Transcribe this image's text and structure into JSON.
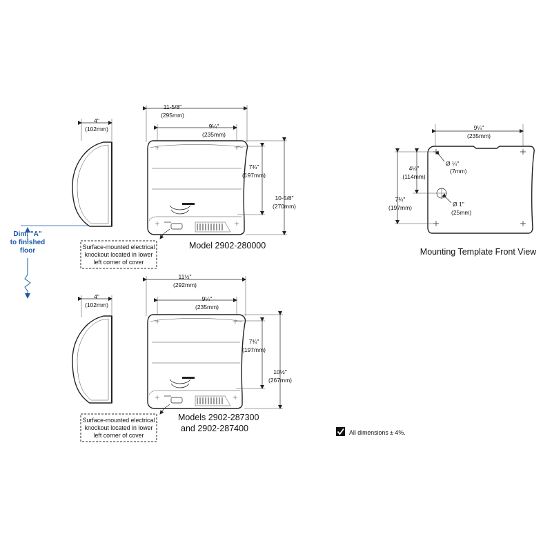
{
  "dim_a": {
    "line1": "Dim. \"A\"",
    "line2": "to finished",
    "line3": "floor",
    "color": "#1a5aa6"
  },
  "model_top": {
    "label": "Model 2902-280000",
    "side": {
      "depth_in": "4\"",
      "depth_mm": "(102mm)"
    },
    "front": {
      "width_in": "11-5/8\"",
      "width_mm": "(295mm)",
      "mount_w_in": "9¼\"",
      "mount_w_mm": "(235mm)",
      "mount_h_in": "7¾\"",
      "mount_h_mm": "(197mm)",
      "height_in": "10-5/8\"",
      "height_mm": "(270mm)"
    },
    "knockout_note": [
      "Surface-mounted electrical",
      "knockout located in lower",
      "left corner of cover"
    ]
  },
  "model_bottom": {
    "label_line1": "Models 2902-287300",
    "label_line2": "and 2902-287400",
    "side": {
      "depth_in": "4\"",
      "depth_mm": "(102mm)"
    },
    "front": {
      "width_in": "11½\"",
      "width_mm": "(292mm)",
      "mount_w_in": "9¼\"",
      "mount_w_mm": "(235mm)",
      "mount_h_in": "7¾\"",
      "mount_h_mm": "(197mm)",
      "height_in": "10½\"",
      "height_mm": "(267mm)"
    },
    "knockout_note": [
      "Surface-mounted electrical",
      "knockout located in lower",
      "left corner of cover"
    ]
  },
  "template": {
    "label": "Mounting Template Front View",
    "width_in": "9¼\"",
    "width_mm": "(235mm)",
    "h1_in": "4½\"",
    "h1_mm": "(114mm)",
    "h2_in": "7¾\"",
    "h2_mm": "(197mm)",
    "hole_small": "Ø ¼\"",
    "hole_small_mm": "(7mm)",
    "hole_large": "Ø 1\"",
    "hole_large_mm": "(25mm)"
  },
  "tolerance_note": "All dimensions ± 4%."
}
